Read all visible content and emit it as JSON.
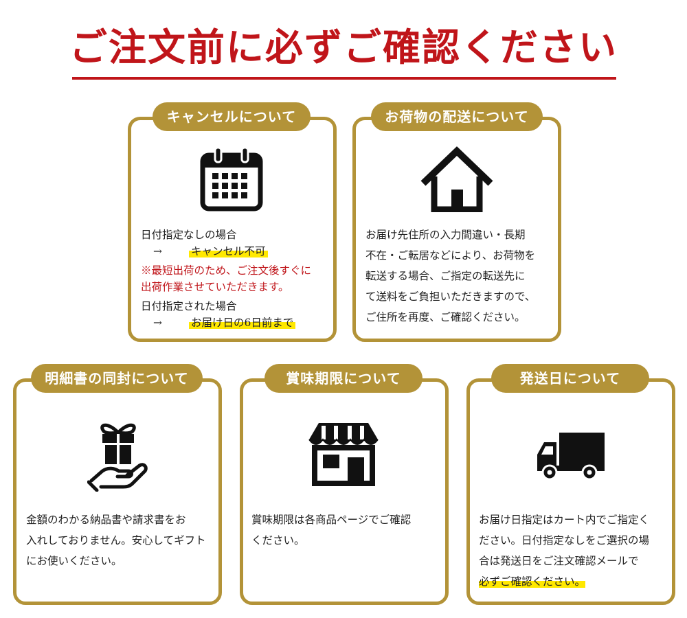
{
  "title": "ご注文前に必ずご確認ください",
  "colors": {
    "accent_red": "#c0151a",
    "gold": "#b39338",
    "highlight": "#ffe800"
  },
  "cards": {
    "cancel": {
      "label": "キャンセルについて",
      "icon": "calendar-icon",
      "case1": "日付指定なしの場合",
      "arrow": "→",
      "result1": "キャンセル不可",
      "note1": "※最短出荷のため、ご注文後すぐに",
      "note2": "出荷作業させていただきます。",
      "case2": "日付指定された場合",
      "result2": "お届け日の6日前まで"
    },
    "delivery": {
      "label": "お荷物の配送について",
      "icon": "house-icon",
      "lines": [
        "お届け先住所の入力間違い・長期",
        "不在・ご転居などにより、お荷物を",
        "転送する場合、ご指定の転送先に",
        "て送料をご負担いただきますので、",
        "ご住所を再度、ご確認ください。"
      ]
    },
    "statement": {
      "label": "明細書の同封について",
      "icon": "gift-hand-icon",
      "lines": [
        "金額のわかる納品書や請求書をお",
        "入れしておりません。安心してギフト",
        "にお使いください。"
      ]
    },
    "expiry": {
      "label": "賞味期限について",
      "icon": "shop-icon",
      "lines": [
        "賞味期限は各商品ページでご確認",
        "ください。"
      ]
    },
    "shipping": {
      "label": "発送日について",
      "icon": "truck-icon",
      "lines": [
        "お届け日指定はカート内でご指定く",
        "ださい。日付指定なしをご選択の場",
        "合は発送日をご注文確認メールで"
      ],
      "highlight": "必ずご確認ください。"
    }
  }
}
